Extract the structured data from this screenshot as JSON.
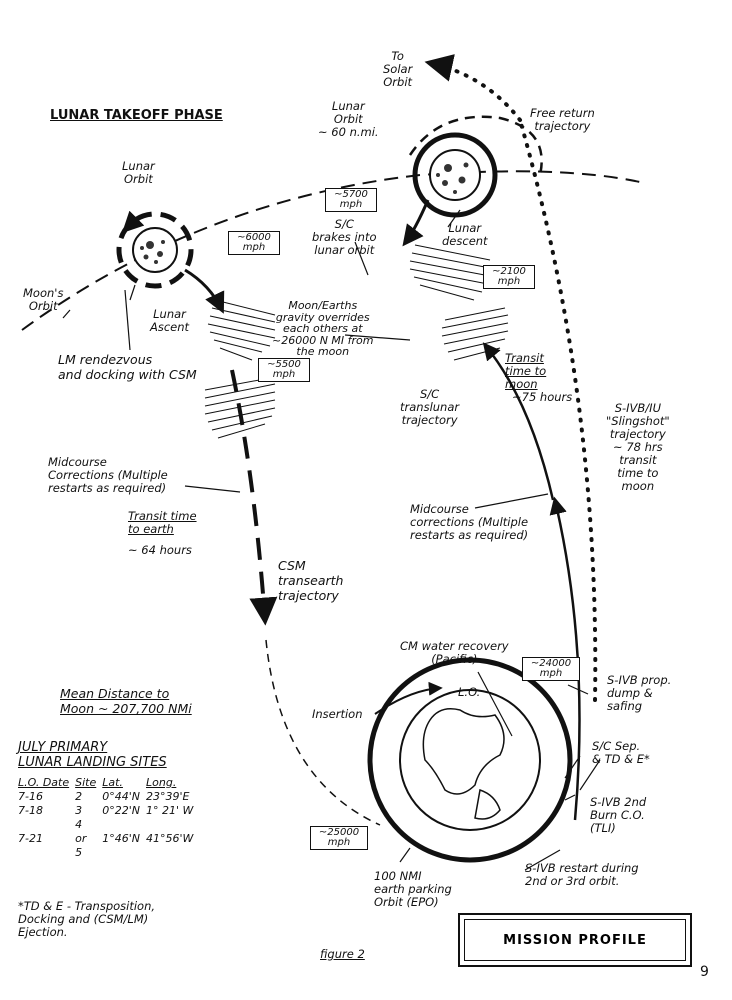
{
  "title": "LUNAR TAKEOFF PHASE",
  "labels": {
    "to_solar_orbit": "To\nSolar\nOrbit",
    "lunar_orbit_60": "Lunar\nOrbit\n~ 60 n.mi.",
    "free_return": "Free return\ntrajectory",
    "lunar_orbit_left": "Lunar\nOrbit",
    "moons_orbit": "Moon's\nOrbit",
    "lunar_ascent": "Lunar\nAscent",
    "lm_rendezvous": "LM rendezvous\nand docking with CSM",
    "sc_brakes": "S/C\nbrakes into\nlunar orbit",
    "lunar_descent": "Lunar\ndescent",
    "gravity_overrides": "Moon/Earths\ngravity overrides\neach others at\n~26000 N MI from\nthe moon",
    "transit_time_moon_title": "Transit\ntime to\nmoon",
    "transit_time_moon_value": "~75 hours",
    "sc_translunar": "S/C\ntranslunar\ntrajectory",
    "slingshot": "S-IVB/IU\n\"Slingshot\"\ntrajectory\n~ 78 hrs\ntransit\ntime to\nmoon",
    "midcourse_left": "Midcourse\nCorrections (Multiple\nrestarts as required)",
    "transit_time_earth_title": "Transit time\nto earth",
    "transit_time_earth_value": "~ 64 hours",
    "midcourse_right": "Midcourse\ncorrections (Multiple\nrestarts as required)",
    "csm_transearth": "CSM\ntransearth\ntrajectory",
    "cm_water_recovery": "CM water recovery\n(Pacific)",
    "lo": "L.O.",
    "insertion": "Insertion",
    "sivb_prop_dump": "S-IVB prop.\ndump &\nsafing",
    "sc_sep": "S/C Sep.\n& TD & E*",
    "sivb_2nd_burn": "S-IVB 2nd\nBurn C.O.\n(TLI)",
    "sivb_restart": "S-IVB restart during\n2nd or 3rd orbit.",
    "earth_parking": "100 NMI\nearth parking\nOrbit (EPO)",
    "mean_distance": "Mean Distance to\nMoon ~ 207,700 NMi",
    "tde_footnote": "*TD & E - Transposition,\nDocking and (CSM/LM)\nEjection.",
    "figure": "figure 2",
    "mission_profile": "MISSION PROFILE",
    "page_number": "9"
  },
  "speeds": {
    "s5700": "~5700\nmph",
    "s6000": "~6000\nmph",
    "s2100": "~2100\nmph",
    "s5500": "~5500\nmph",
    "s24000": "~24000\nmph",
    "s25000": "~25000\nmph"
  },
  "landing_sites": {
    "heading": "JULY PRIMARY\nLUNAR LANDING SITES",
    "columns": [
      "L.O. Date",
      "Site",
      "Lat.",
      "Long."
    ],
    "rows": [
      [
        "7-16",
        "2",
        "0°44'N",
        "23°39'E"
      ],
      [
        "7-18",
        "3",
        "0°22'N",
        "1° 21' W"
      ],
      [
        "",
        "4",
        "",
        ""
      ],
      [
        "7-21",
        "or",
        "1°46'N",
        "41°56'W"
      ],
      [
        "",
        "5",
        "",
        ""
      ]
    ]
  }
}
